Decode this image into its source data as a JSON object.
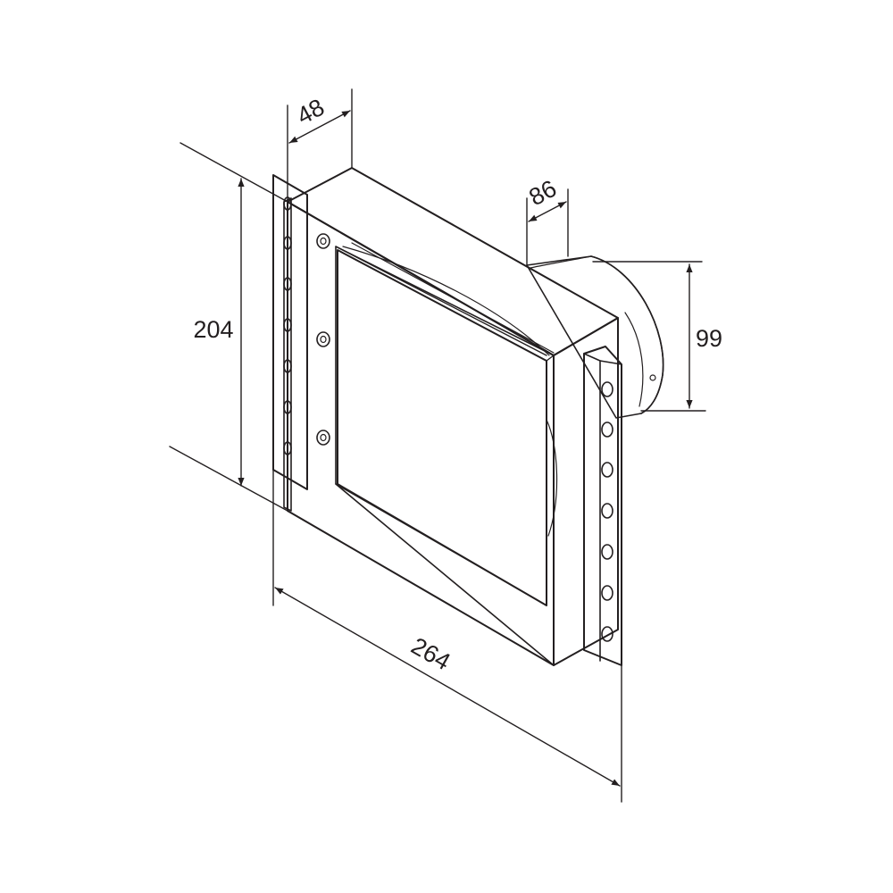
{
  "dimensions": {
    "depth_outer": "48",
    "spigot_length": "86",
    "height": "204",
    "spigot_diameter": "99",
    "width": "264"
  },
  "colors": {
    "line": "#231f20",
    "background": "#ffffff",
    "panel_fill": "#ffffff"
  }
}
